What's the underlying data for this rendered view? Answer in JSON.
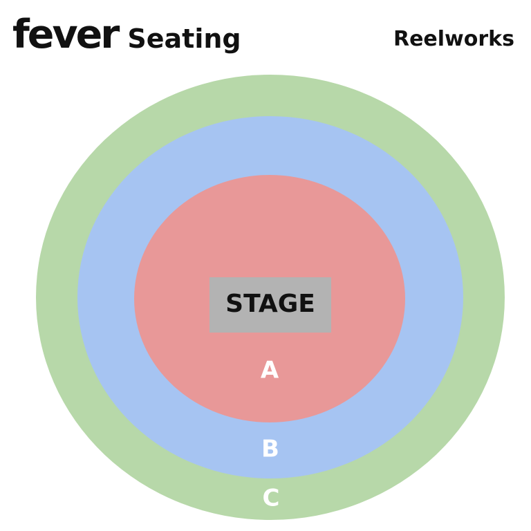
{
  "header": {
    "logo_text": "fever",
    "title": "Seating",
    "venue": "Reelworks"
  },
  "seating_map": {
    "stage_label": "STAGE",
    "zones": [
      {
        "label": "A",
        "color": "#e89898"
      },
      {
        "label": "B",
        "color": "#a6c4f2"
      },
      {
        "label": "C",
        "color": "#b7d8a9"
      }
    ],
    "stage_color": "#b3b3b3"
  }
}
